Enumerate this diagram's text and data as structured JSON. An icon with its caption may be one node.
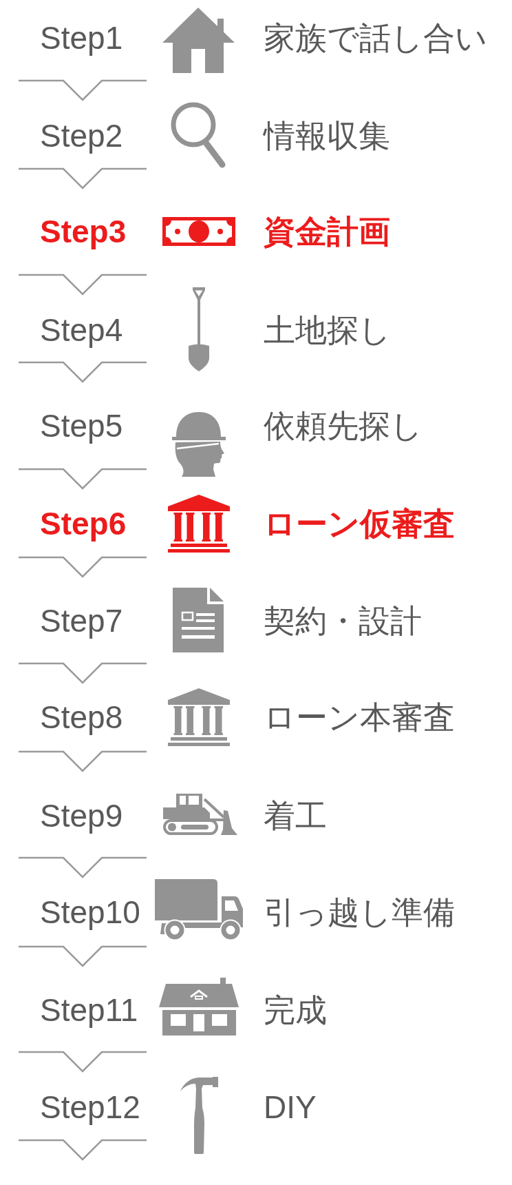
{
  "diagram": {
    "nodes": [
      {
        "text": [
          "Step1",
          "家族で話し合い"
        ]
      },
      {
        "text": [
          "Step2",
          "情報収集"
        ]
      },
      {
        "text": [
          "Step3",
          "資金計画"
        ]
      },
      {
        "text": [
          "Step4",
          "土地探し"
        ]
      },
      {
        "text": [
          "Step5",
          "依頼先探し"
        ]
      },
      {
        "text": [
          "Step6",
          "ローン仮審査"
        ]
      },
      {
        "text": [
          "Step7",
          "契約・設計"
        ]
      },
      {
        "text": [
          "Step8",
          "ローン本審査"
        ]
      },
      {
        "text": [
          "Step9",
          "着工"
        ]
      },
      {
        "text": [
          "Step10",
          "引っ越し準備"
        ]
      },
      {
        "text": [
          "Step11",
          "完成"
        ]
      },
      {
        "text": [
          "Step12",
          "DIY"
        ]
      }
    ]
  }
}
